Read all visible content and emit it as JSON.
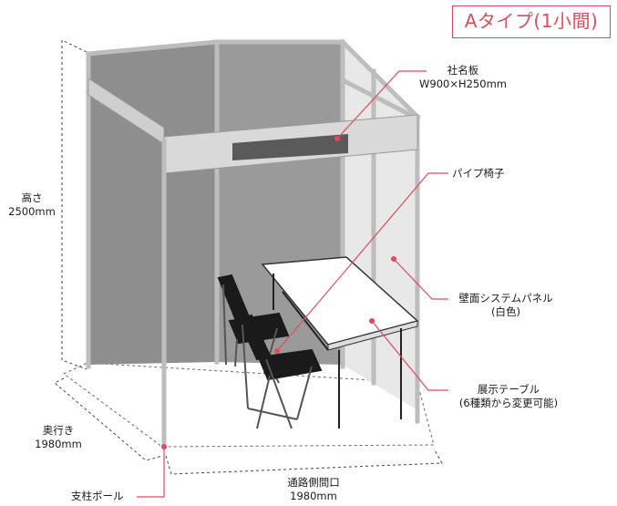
{
  "type_badge": "Aタイプ(1小間)",
  "height_label": {
    "name": "高さ",
    "value": "2500mm"
  },
  "depth_label": {
    "name": "奥行き",
    "value": "1980mm"
  },
  "frontage_label": {
    "name": "通路側間口",
    "value": "1980mm"
  },
  "callouts": {
    "name_board": {
      "name": "社名板",
      "size": "W900×H250mm"
    },
    "pipe_chair": {
      "name": "パイプ椅子"
    },
    "wall_panel": {
      "name": "壁面システムパネル",
      "note": "(白色)"
    },
    "table": {
      "name": "展示テーブル",
      "note": "(6種類から変更可能)"
    },
    "pole": {
      "name": "支柱ポール"
    }
  },
  "colors": {
    "accent": "#e04a5f",
    "panel": "#8e8e8e",
    "frame": "#c8c8c8",
    "sign": "#5a5a5a"
  }
}
